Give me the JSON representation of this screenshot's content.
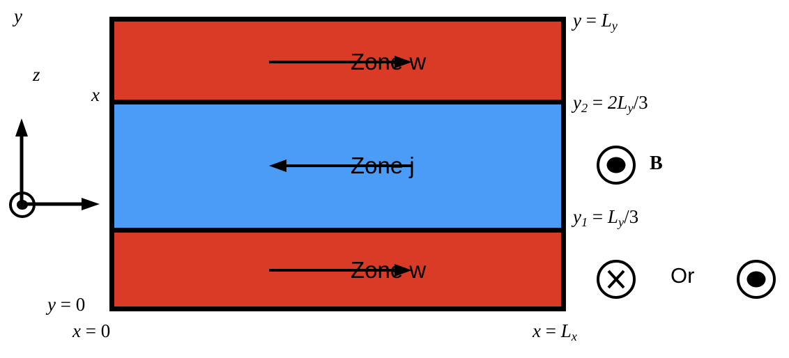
{
  "figure": {
    "title": "Channel flow zones with magnetic field",
    "background_color": "#ffffff"
  },
  "channel": {
    "zones": [
      {
        "id": "zone-top",
        "label": "Zone w",
        "color": "#d93b26",
        "flow_direction": "right",
        "arrow_symbol": "→"
      },
      {
        "id": "zone-mid",
        "label": "Zone j",
        "color": "#4a9cf7",
        "flow_direction": "left",
        "arrow_symbol": "←"
      },
      {
        "id": "zone-bot",
        "label": "Zone w",
        "color": "#d93b26",
        "flow_direction": "right",
        "arrow_symbol": "→"
      }
    ],
    "border_color": "#000000"
  },
  "boundary_labels": {
    "y_top": {
      "var": "y",
      "sub": "",
      "eq": " = ",
      "value": "L",
      "value_sub": "y",
      "suffix": ""
    },
    "y_2": {
      "var": "y",
      "sub": "2",
      "eq": " = ",
      "value": "2L",
      "value_sub": "y",
      "suffix": "/3"
    },
    "y_1": {
      "var": "y",
      "sub": "1",
      "eq": " = ",
      "value": "L",
      "value_sub": "y",
      "suffix": "/3"
    },
    "y_0": {
      "var": "y",
      "sub": "",
      "eq": " = ",
      "value": "0",
      "value_sub": "",
      "suffix": ""
    },
    "x_0": {
      "var": "x",
      "sub": "",
      "eq": " = ",
      "value": "0",
      "value_sub": "",
      "suffix": ""
    },
    "x_lx": {
      "var": "x",
      "sub": "",
      "eq": " = ",
      "value": "L",
      "value_sub": "x",
      "suffix": ""
    }
  },
  "field": {
    "b_label": "B",
    "or_label": "Or",
    "out_of_page_icon": "circle-dot-icon",
    "into_page_icon": "circle-cross-icon"
  },
  "axes": {
    "y_label": "y",
    "x_label": "x",
    "z_label": "z",
    "origin_icon": "circle-dot-icon"
  }
}
